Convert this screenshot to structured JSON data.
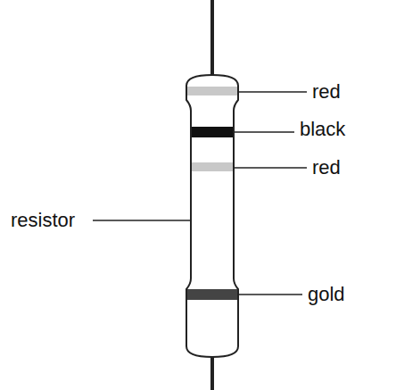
{
  "diagram": {
    "labels": [
      "red",
      "black",
      "red",
      "resistor",
      "gold"
    ]
  }
}
